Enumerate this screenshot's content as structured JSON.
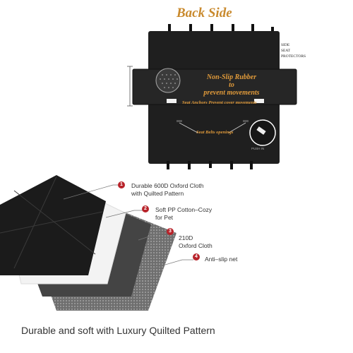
{
  "back_title": "Back Side",
  "side_label": [
    "SIDE",
    "SEAT",
    "PROTECTORS"
  ],
  "nonslip_label": [
    "Non-Slip Rubber",
    "to",
    "prevent movements"
  ],
  "anchors_label": "Seat Anchors Prevent cover movements",
  "belts_label": "Seat Belts openings",
  "push_label": "PUSH IN",
  "layers": [
    {
      "number": "1",
      "lines": [
        "Durable 600D Oxford Cloth",
        "with Quilted Pattern"
      ]
    },
    {
      "number": "2",
      "lines": [
        "Soft PP Cotton–Cozy",
        "for Pet"
      ]
    },
    {
      "number": "3",
      "lines": [
        "210D",
        "Oxford Cloth"
      ]
    },
    {
      "number": "4",
      "lines": [
        "Anti–slip net"
      ]
    }
  ],
  "caption": "Durable and soft with Luxury Quilted Pattern",
  "colors": {
    "accent_orange": "#e09a3a",
    "title_orange": "#c98a2e",
    "badge_red": "#b8232a",
    "mat_black": "#1f1f1f"
  }
}
